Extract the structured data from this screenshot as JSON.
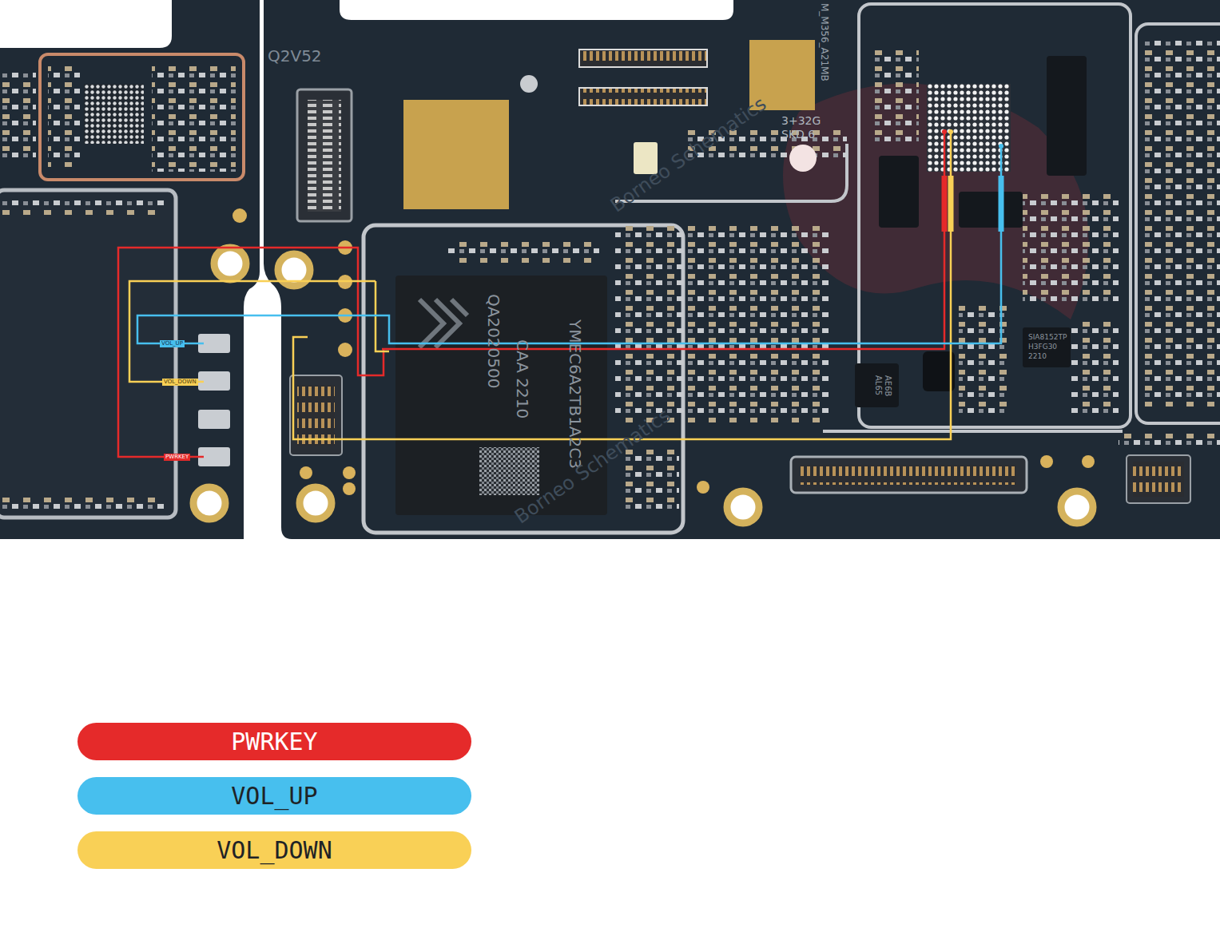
{
  "diagram": {
    "labels": [
      "Q2V52",
      "M_M356_A21MB",
      "3+32G",
      "SKD 6",
      "QA2020500",
      "CAA 2210",
      "YMEC6A2TB1A2C3",
      "SIA8152TP",
      "H3FG30",
      "2210",
      "AL65",
      "AE6B",
      "VOL_UP",
      "VOL_DOWN",
      "PWRKEY",
      "Borneo Schematics",
      "Borneo Schematics"
    ],
    "legend": [
      {
        "text": "PWRKEY",
        "color": "#e52a2a"
      },
      {
        "text": "VOL_UP",
        "color": "#47bfee"
      },
      {
        "text": "VOL_DOWN",
        "color": "#f9d056"
      }
    ]
  }
}
